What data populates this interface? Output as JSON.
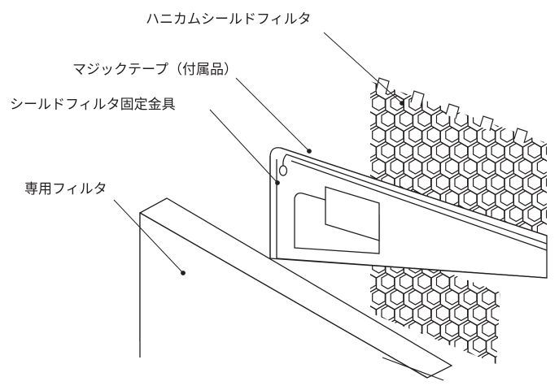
{
  "labels": {
    "honeycomb_shield_filter": "ハニカムシールドフィルタ",
    "hook_and_loop_tape": "マジックテープ（付属品）",
    "shield_filter_fixing_bracket": "シールドフィルタ固定金具",
    "dedicated_filter": "専用フィルタ"
  },
  "colors": {
    "line": "#231f20",
    "background": "#ffffff"
  }
}
